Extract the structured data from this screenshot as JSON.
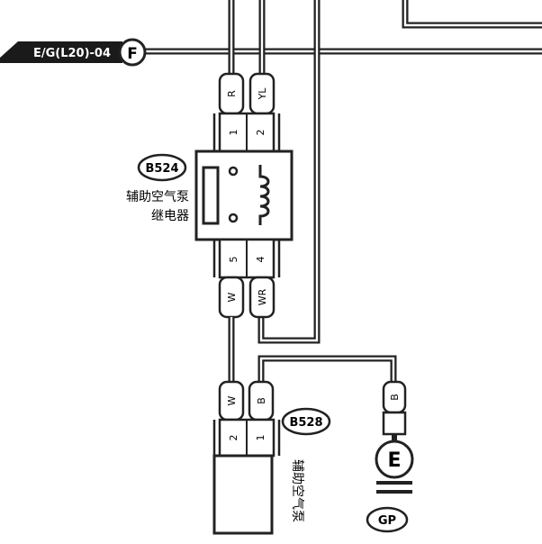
{
  "bus": {
    "label": "E/G(L20)-04",
    "badge": "F"
  },
  "relay": {
    "id": "B524",
    "name_line1": "辅助空气泵",
    "name_line2": "继电器",
    "top_pins": [
      {
        "pin": "1",
        "wire": "R"
      },
      {
        "pin": "2",
        "wire": "YL"
      }
    ],
    "bottom_pins": [
      {
        "pin": "5",
        "wire": "W"
      },
      {
        "pin": "4",
        "wire": "WR"
      }
    ]
  },
  "pump": {
    "id": "B528",
    "name": "辅助空气泵",
    "pins": [
      {
        "pin": "2",
        "wire": "W"
      },
      {
        "pin": "1",
        "wire": "B"
      }
    ]
  },
  "ground": {
    "wire": "B",
    "badge": "E",
    "label": "GP"
  }
}
